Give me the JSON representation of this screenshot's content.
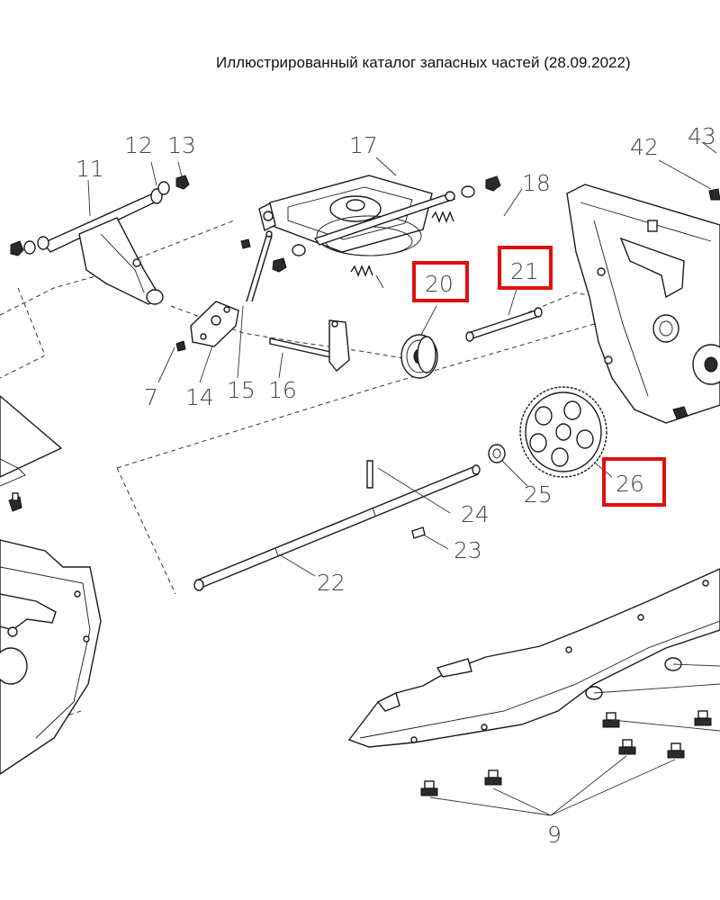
{
  "header": {
    "title": "Иллюстрированный каталог запасных частей (28.09.2022)"
  },
  "callouts": {
    "n7": "7",
    "n9": "9",
    "n11": "11",
    "n12": "12",
    "n13": "13",
    "n14": "14",
    "n15": "15",
    "n16": "16",
    "n17": "17",
    "n18": "18",
    "n20": "20",
    "n21": "21",
    "n22": "22",
    "n23": "23",
    "n24": "24",
    "n25": "25",
    "n26": "26",
    "n42": "42",
    "n43": "43"
  },
  "highlighted_parts": [
    "20",
    "21",
    "26"
  ],
  "colors": {
    "highlight": "#e01010",
    "line": "#1a1a1a",
    "label": "#444444"
  }
}
